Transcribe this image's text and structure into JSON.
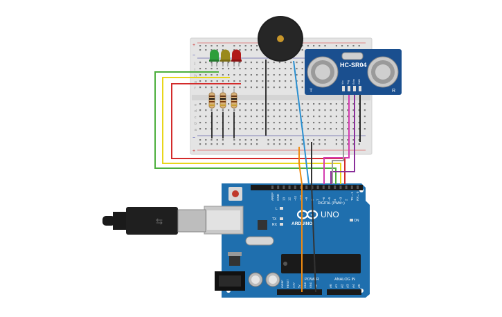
{
  "sensor": {
    "model": "HC-SR04",
    "left_mark": "T",
    "right_mark": "R",
    "pins": [
      "Vcc",
      "Trig",
      "Echo",
      "GND"
    ]
  },
  "arduino": {
    "brand": "ARDUINO",
    "model": "UNO",
    "digital_label": "DIGITAL (PWM~)",
    "power_label": "POWER",
    "analog_label": "ANALOG IN",
    "on_label": "ON",
    "l_label": "L",
    "tx_label": "TX",
    "rx_label": "RX",
    "top_pins": [
      "AREF",
      "GND",
      "13",
      "12",
      "~11",
      "~10",
      "~9",
      "8",
      "7",
      "~6",
      "~5",
      "4",
      "~3",
      "2",
      "TX→1",
      "RX←0"
    ],
    "power_pins": [
      "IOREF",
      "RESET",
      "3.3V",
      "5V",
      "GND",
      "GND",
      "Vin"
    ],
    "analog_pins": [
      "A0",
      "A1",
      "A2",
      "A3",
      "A4",
      "A5"
    ]
  },
  "breadboard": {
    "row_letters": [
      "a",
      "b",
      "c",
      "d",
      "e",
      "f",
      "g",
      "h",
      "i",
      "j"
    ]
  },
  "colors": {
    "led_green": "#2e9e3a",
    "led_yellow": "#9a8a1c",
    "led_red": "#b11a1a",
    "wire_green": "#4caf3c",
    "wire_yellow": "#e8d61a",
    "wire_red": "#d32a2a",
    "wire_purple": "#8a2f9a",
    "wire_magenta": "#d43cb0",
    "wire_orange": "#f08a10",
    "wire_black": "#333333",
    "wire_blue": "#2a8fd0",
    "wire_gray": "#9a9a9a",
    "board_blue": "#1f6fae",
    "sensor_blue": "#1a4f8f"
  }
}
